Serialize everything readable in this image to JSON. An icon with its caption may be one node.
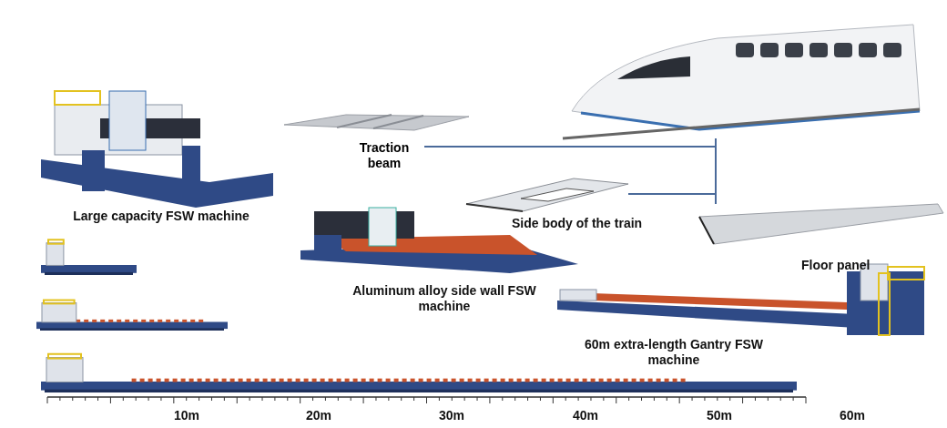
{
  "diagram": {
    "nodes": [
      {
        "text": [],
        "shape": "picture"
      },
      {
        "text": [
          "Traction beam"
        ]
      },
      {
        "text": [],
        "shape": "picture",
        "beside": [
          "Side body of the train"
        ]
      },
      {
        "text": [],
        "shape": "picture",
        "beside": [
          "Floor panel"
        ]
      }
    ],
    "edges": [
      {
        "from": 1,
        "to": 0,
        "arrow": "none"
      },
      {
        "from": 2,
        "to": 0,
        "arrow": "none"
      },
      {
        "from": 3,
        "to": 0,
        "arrow": "none"
      }
    ],
    "labels": [
      "Large capacity FSW machine",
      "Aluminum alloy side wall FSW machine",
      "60m extra-length Gantry FSW machine",
      "10m",
      "20m",
      "30m",
      "40m",
      "50m",
      "60m"
    ]
  }
}
